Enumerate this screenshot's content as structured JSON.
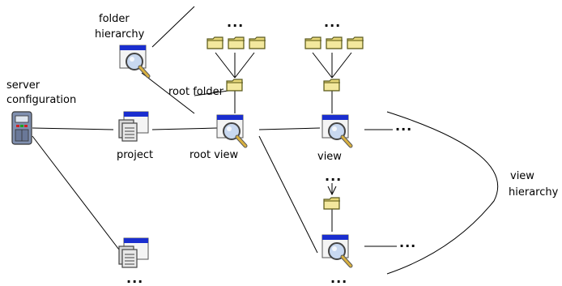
{
  "labels": {
    "folder_hierarchy_line1": "folder",
    "folder_hierarchy_line2": "hierarchy",
    "server_config_line1": "server",
    "server_config_line2": "configuration",
    "root_folder": "root folder",
    "project": "project",
    "root_view": "root view",
    "view": "view",
    "view_hierarchy_line1": "view",
    "view_hierarchy_line2": "hierarchy"
  },
  "ellipsis": "...",
  "icons": {
    "server": "server-icon",
    "project": "project-icon",
    "view": "view-icon",
    "folder": "folder-icon"
  },
  "colors": {
    "title_bar": "#1a2ecf",
    "folder_fill": "#e8d878",
    "folder_stroke": "#5a5a20",
    "lens": "#c8d8f0",
    "handle": "#d8b040",
    "server_body": "#8090b0",
    "line": "#000000"
  }
}
